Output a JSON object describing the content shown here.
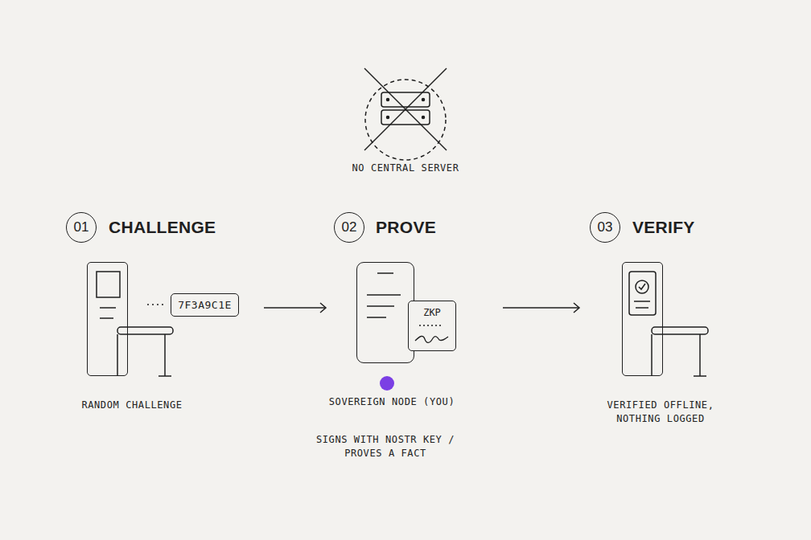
{
  "diagram": {
    "nodes": [
      {
        "text": [
          "01"
        ]
      },
      {
        "text": [
          "RANDOM CHALLENGE"
        ]
      },
      {
        "text": [
          "7F3A9C1E"
        ]
      },
      {
        "text": [
          "02"
        ]
      },
      {
        "text": [
          "SOVEREIGN NODE (YOU)",
          "SIGNS WITH NOSTR KEY / PROVES A FACT"
        ]
      },
      {
        "text": [
          "ZKP"
        ]
      },
      {
        "text": [
          "03"
        ]
      },
      {
        "text": [
          "VERIFIED OFFLINE, NOTHING LOGGED"
        ]
      }
    ],
    "edges": [
      {
        "from": 1,
        "to": 2,
        "arrow": "none"
      },
      {
        "from": 2,
        "to": 4,
        "arrow": "to"
      },
      {
        "from": 5,
        "to": 7,
        "arrow": "to"
      }
    ],
    "labels": [
      "NO CENTRAL SERVER",
      "CHALLENGE",
      "PROVE",
      "VERIFY"
    ]
  }
}
